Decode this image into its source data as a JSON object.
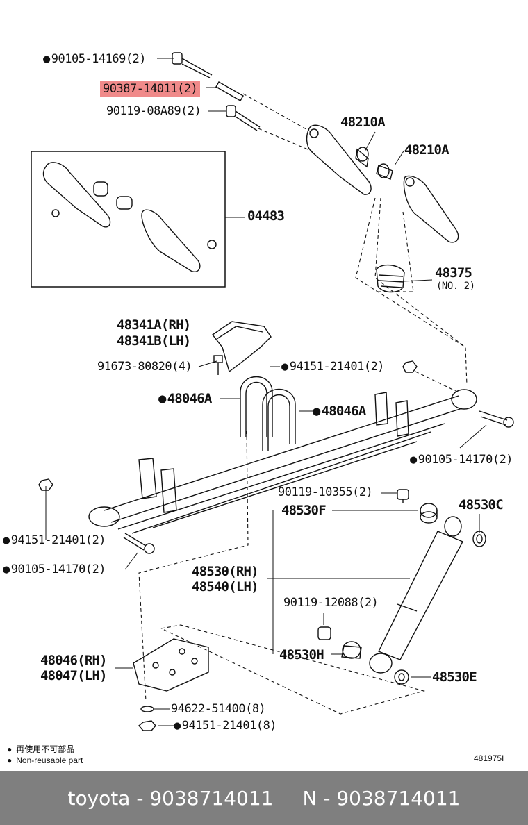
{
  "callouts": {
    "p1": "90105-14169(2)",
    "p2": "90387-14011(2)",
    "p3": "90119-08A89(2)",
    "p4": "48210A",
    "p5": "48210A",
    "p6": "04483",
    "p7": "48375",
    "p7b": "(NO. 2)",
    "p8a": "48341A(RH)",
    "p8b": "48341B(LH)",
    "p9": "91673-80820(4)",
    "p10": "94151-21401(2)",
    "p11": "48046A",
    "p12": "48046A",
    "p13": "90105-14170(2)",
    "p14": "90119-10355(2)",
    "p15": "48530F",
    "p16": "48530C",
    "p17": "94151-21401(2)",
    "p18": "90105-14170(2)",
    "p19a": "48530(RH)",
    "p19b": "48540(LH)",
    "p20": "90119-12088(2)",
    "p21": "48530H",
    "p22a": "48046(RH)",
    "p22b": "48047(LH)",
    "p23": "48530E",
    "p24": "94622-51400(8)",
    "p25": "94151-21401(8)"
  },
  "legend": {
    "line1": "再使用不可部品",
    "line2": "Non-reusable part"
  },
  "diagram_ref": "481975I",
  "footer": {
    "left": "toyota - 9038714011",
    "right": "N - 9038714011"
  },
  "colors": {
    "highlight": "#f08a8a",
    "footer_bg": "#7f7f7f"
  }
}
